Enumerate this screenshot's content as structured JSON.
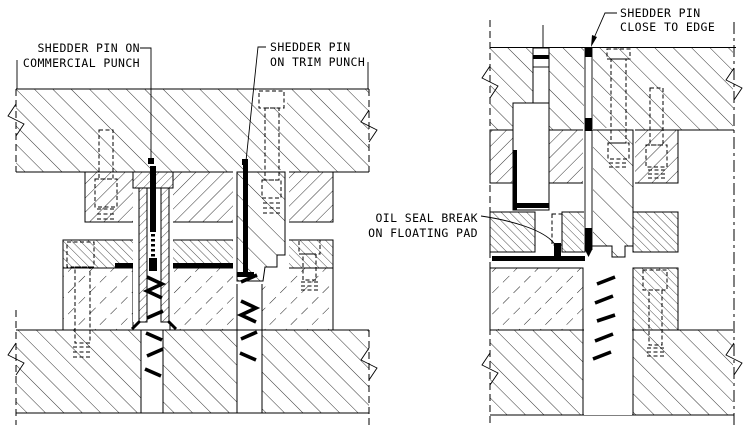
{
  "colors": {
    "background": "#ffffff",
    "line": "#000000"
  },
  "labels": {
    "commercial_punch": {
      "line1": "SHEDDER PIN ON",
      "line2": "COMMERCIAL PUNCH"
    },
    "trim_punch": {
      "line1": "SHEDDER PIN",
      "line2": "ON TRIM PUNCH"
    },
    "close_to_edge": {
      "line1": "SHEDDER PIN",
      "line2": "CLOSE TO EDGE"
    },
    "oil_seal": {
      "line1": "OIL SEAL BREAK",
      "line2": "ON FLOATING PAD"
    }
  }
}
